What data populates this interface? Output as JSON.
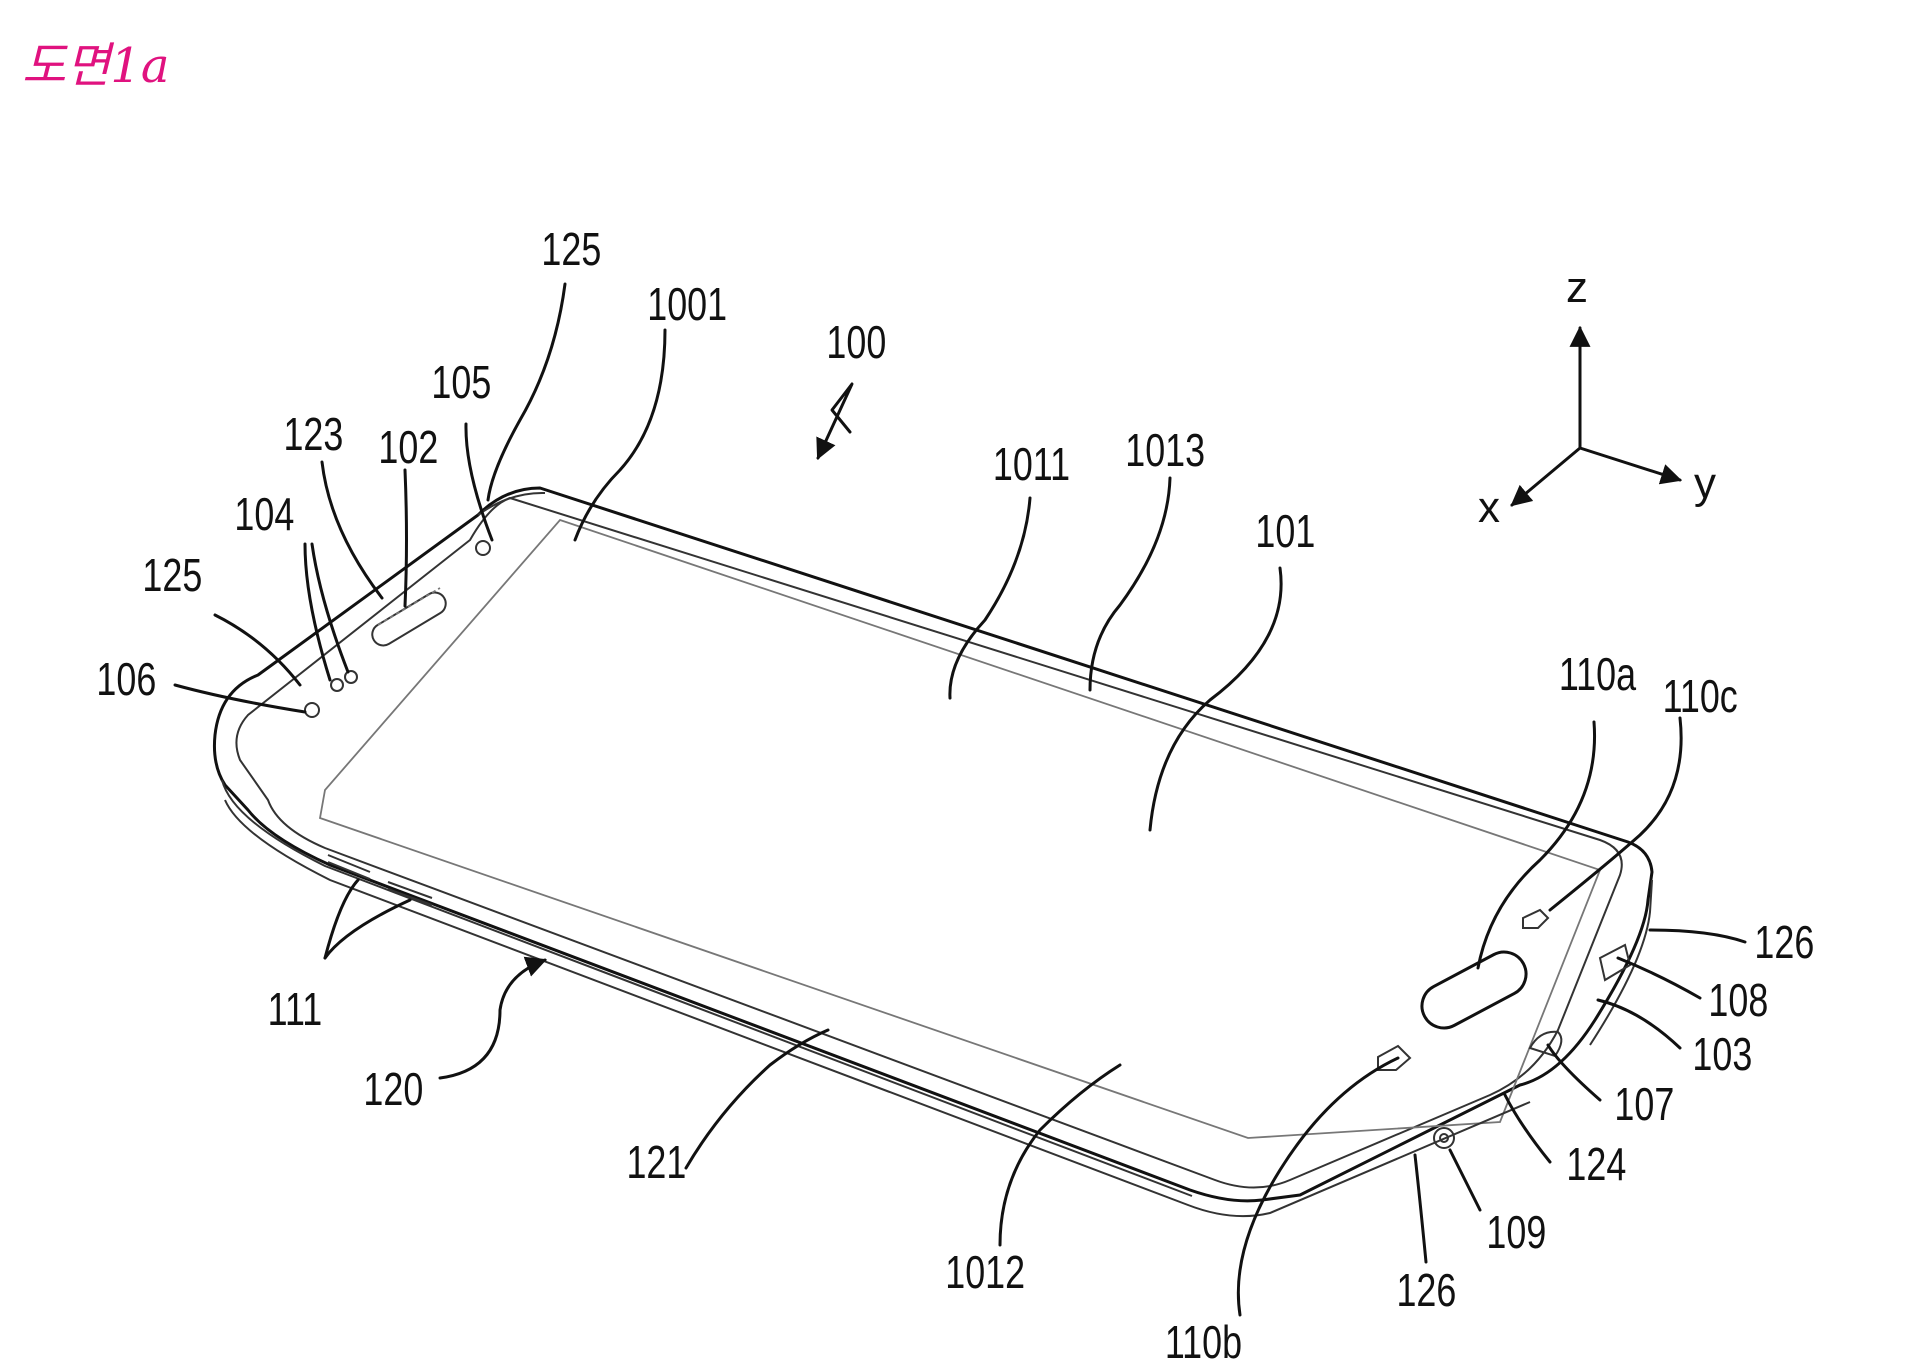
{
  "figure_title": "도면1a",
  "axes": {
    "z": "z",
    "x": "x",
    "y": "y"
  },
  "reference_numerals": {
    "r125a": "125",
    "r1001": "1001",
    "r100": "100",
    "r105": "105",
    "r123": "123",
    "r102": "102",
    "r104": "104",
    "r125b": "125",
    "r106": "106",
    "r1011": "1011",
    "r1013": "1013",
    "r101": "101",
    "r110a": "110a",
    "r110c": "110c",
    "r126a": "126",
    "r108": "108",
    "r103": "103",
    "r107": "107",
    "r124": "124",
    "r109": "109",
    "r126b": "126",
    "r110b": "110b",
    "r1012": "1012",
    "r121": "121",
    "r120": "120",
    "r111": "111"
  }
}
